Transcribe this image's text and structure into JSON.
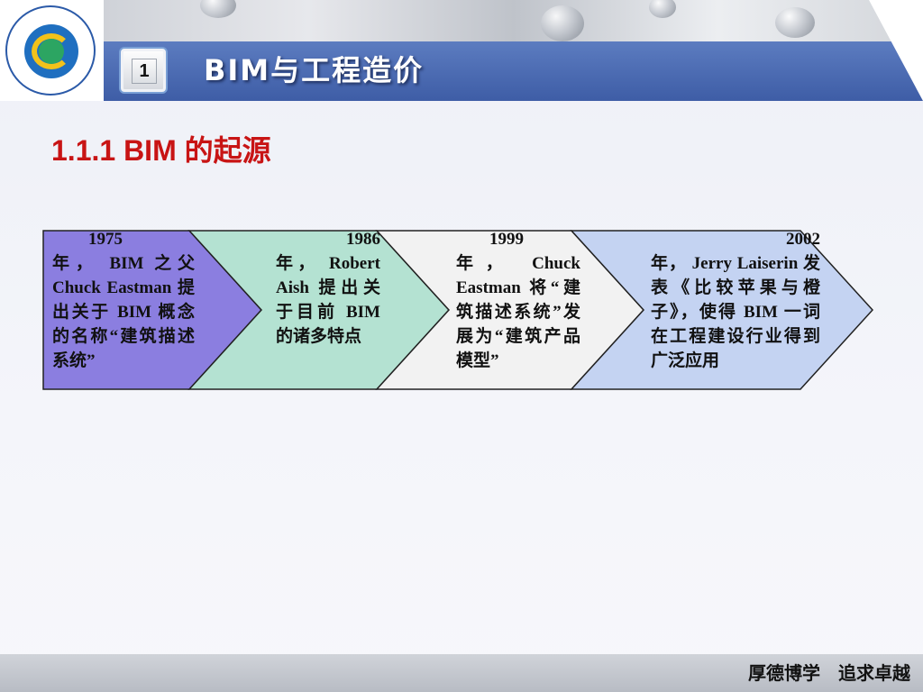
{
  "header": {
    "slide_number": "1",
    "title": "BIM与工程造价"
  },
  "section_heading": "1.1.1 BIM 的起源",
  "timeline": {
    "steps": [
      {
        "year": "1975",
        "text": "年， BIM 之父 Chuck Eastman 提出关于 BIM 概念的名称“建筑描述系统”",
        "color": "#8b7ee0"
      },
      {
        "year": "1986",
        "text": "年， Robert Aish 提出关于目前 BIM 的诸多特点",
        "color": "#b4e2d2"
      },
      {
        "year": "1999",
        "text": "年， Chuck Eastman 将“建筑描述系统”发展为“建筑产品模型”",
        "color": "#f2f2f2"
      },
      {
        "year": "2002",
        "text": "年， Jerry Laiserin 发表《比较苹果与橙子》，使得 BIM 一词在工程建设行业得到广泛应用",
        "color": "#c4d3f2"
      }
    ]
  },
  "footer": {
    "motto": "厚德博学　追求卓越"
  }
}
